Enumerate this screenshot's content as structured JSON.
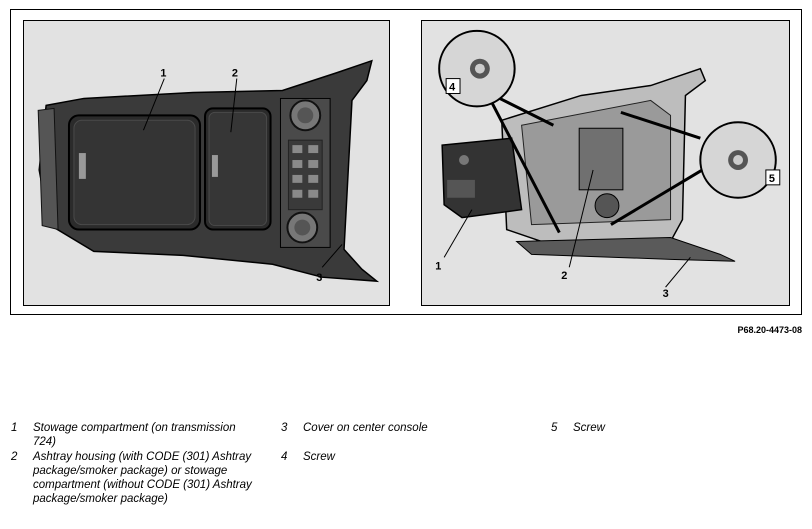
{
  "figure": {
    "figure_code": "P68.20-4473-08",
    "left_callouts": [
      "1",
      "2",
      "3"
    ],
    "right_callouts": [
      "4",
      "5",
      "1",
      "2",
      "3"
    ]
  },
  "legend": [
    {
      "number": "1",
      "text": "Stowage compartment (on transmission 724)"
    },
    {
      "number": "2",
      "text": "Ashtray housing (with CODE (301) Ashtray package/smoker package) or stowage compartment (without CODE (301) Ashtray package/smoker package)"
    },
    {
      "number": "3",
      "text": "Cover on center console"
    },
    {
      "number": "4",
      "text": "Screw"
    },
    {
      "number": "5",
      "text": "Screw"
    }
  ]
}
